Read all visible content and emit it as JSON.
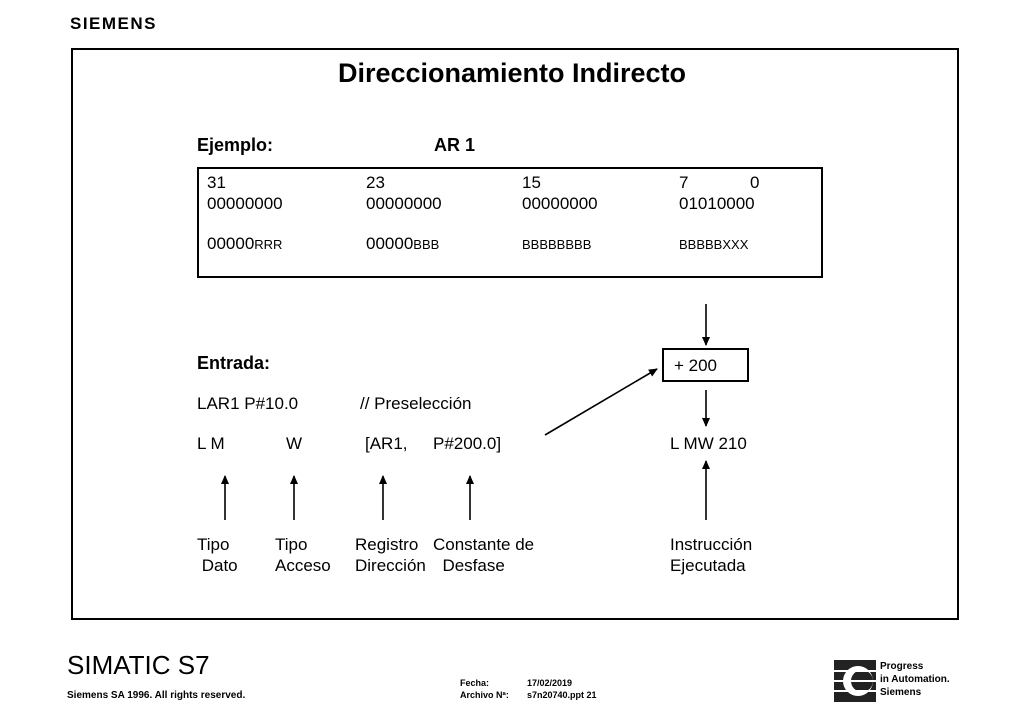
{
  "header": {
    "brand": "SIEMENS"
  },
  "slide": {
    "title": "Direccionamiento Indirecto",
    "example_label": "Ejemplo:",
    "register_name": "AR 1",
    "register": {
      "bit_numbers": [
        "31",
        "23",
        "15",
        "7",
        "0"
      ],
      "bits": [
        "00000000",
        "00000000",
        "00000000",
        "01010000"
      ],
      "format_prefix": [
        "00000",
        "00000",
        "",
        ""
      ],
      "format_suffix": [
        "RRR",
        "BBB",
        "BBBBBBBB",
        "BBBBBXXX"
      ]
    },
    "offset_box": "+ 200",
    "entry_label": "Entrada:",
    "code_line1": {
      "instr": "LAR1 P#10.0",
      "comment": "// Preselección"
    },
    "code_line2": {
      "op": "L  M",
      "access": "W",
      "reg": "[AR1,",
      "offset": "P#200.0]",
      "result": "L  MW 210"
    },
    "labels": {
      "tipo_dato": [
        "Tipo",
        " Dato"
      ],
      "tipo_acceso": [
        "Tipo",
        "Acceso"
      ],
      "registro": [
        "Registro",
        "Dirección"
      ],
      "constante": [
        "Constante de",
        "  Desfase"
      ],
      "instruccion": [
        "Instrucción",
        "Ejecutada"
      ]
    }
  },
  "footer": {
    "product": "SIMATIC S7",
    "rights": "Siemens SA 1996. All rights reserved.",
    "date_label": "Fecha:",
    "date_value": "17/02/2019",
    "file_label": "Archivo Nª:",
    "file_value": "s7n20740.ppt 21",
    "slogan": [
      "Progress",
      "in Automation.",
      "Siemens"
    ]
  }
}
